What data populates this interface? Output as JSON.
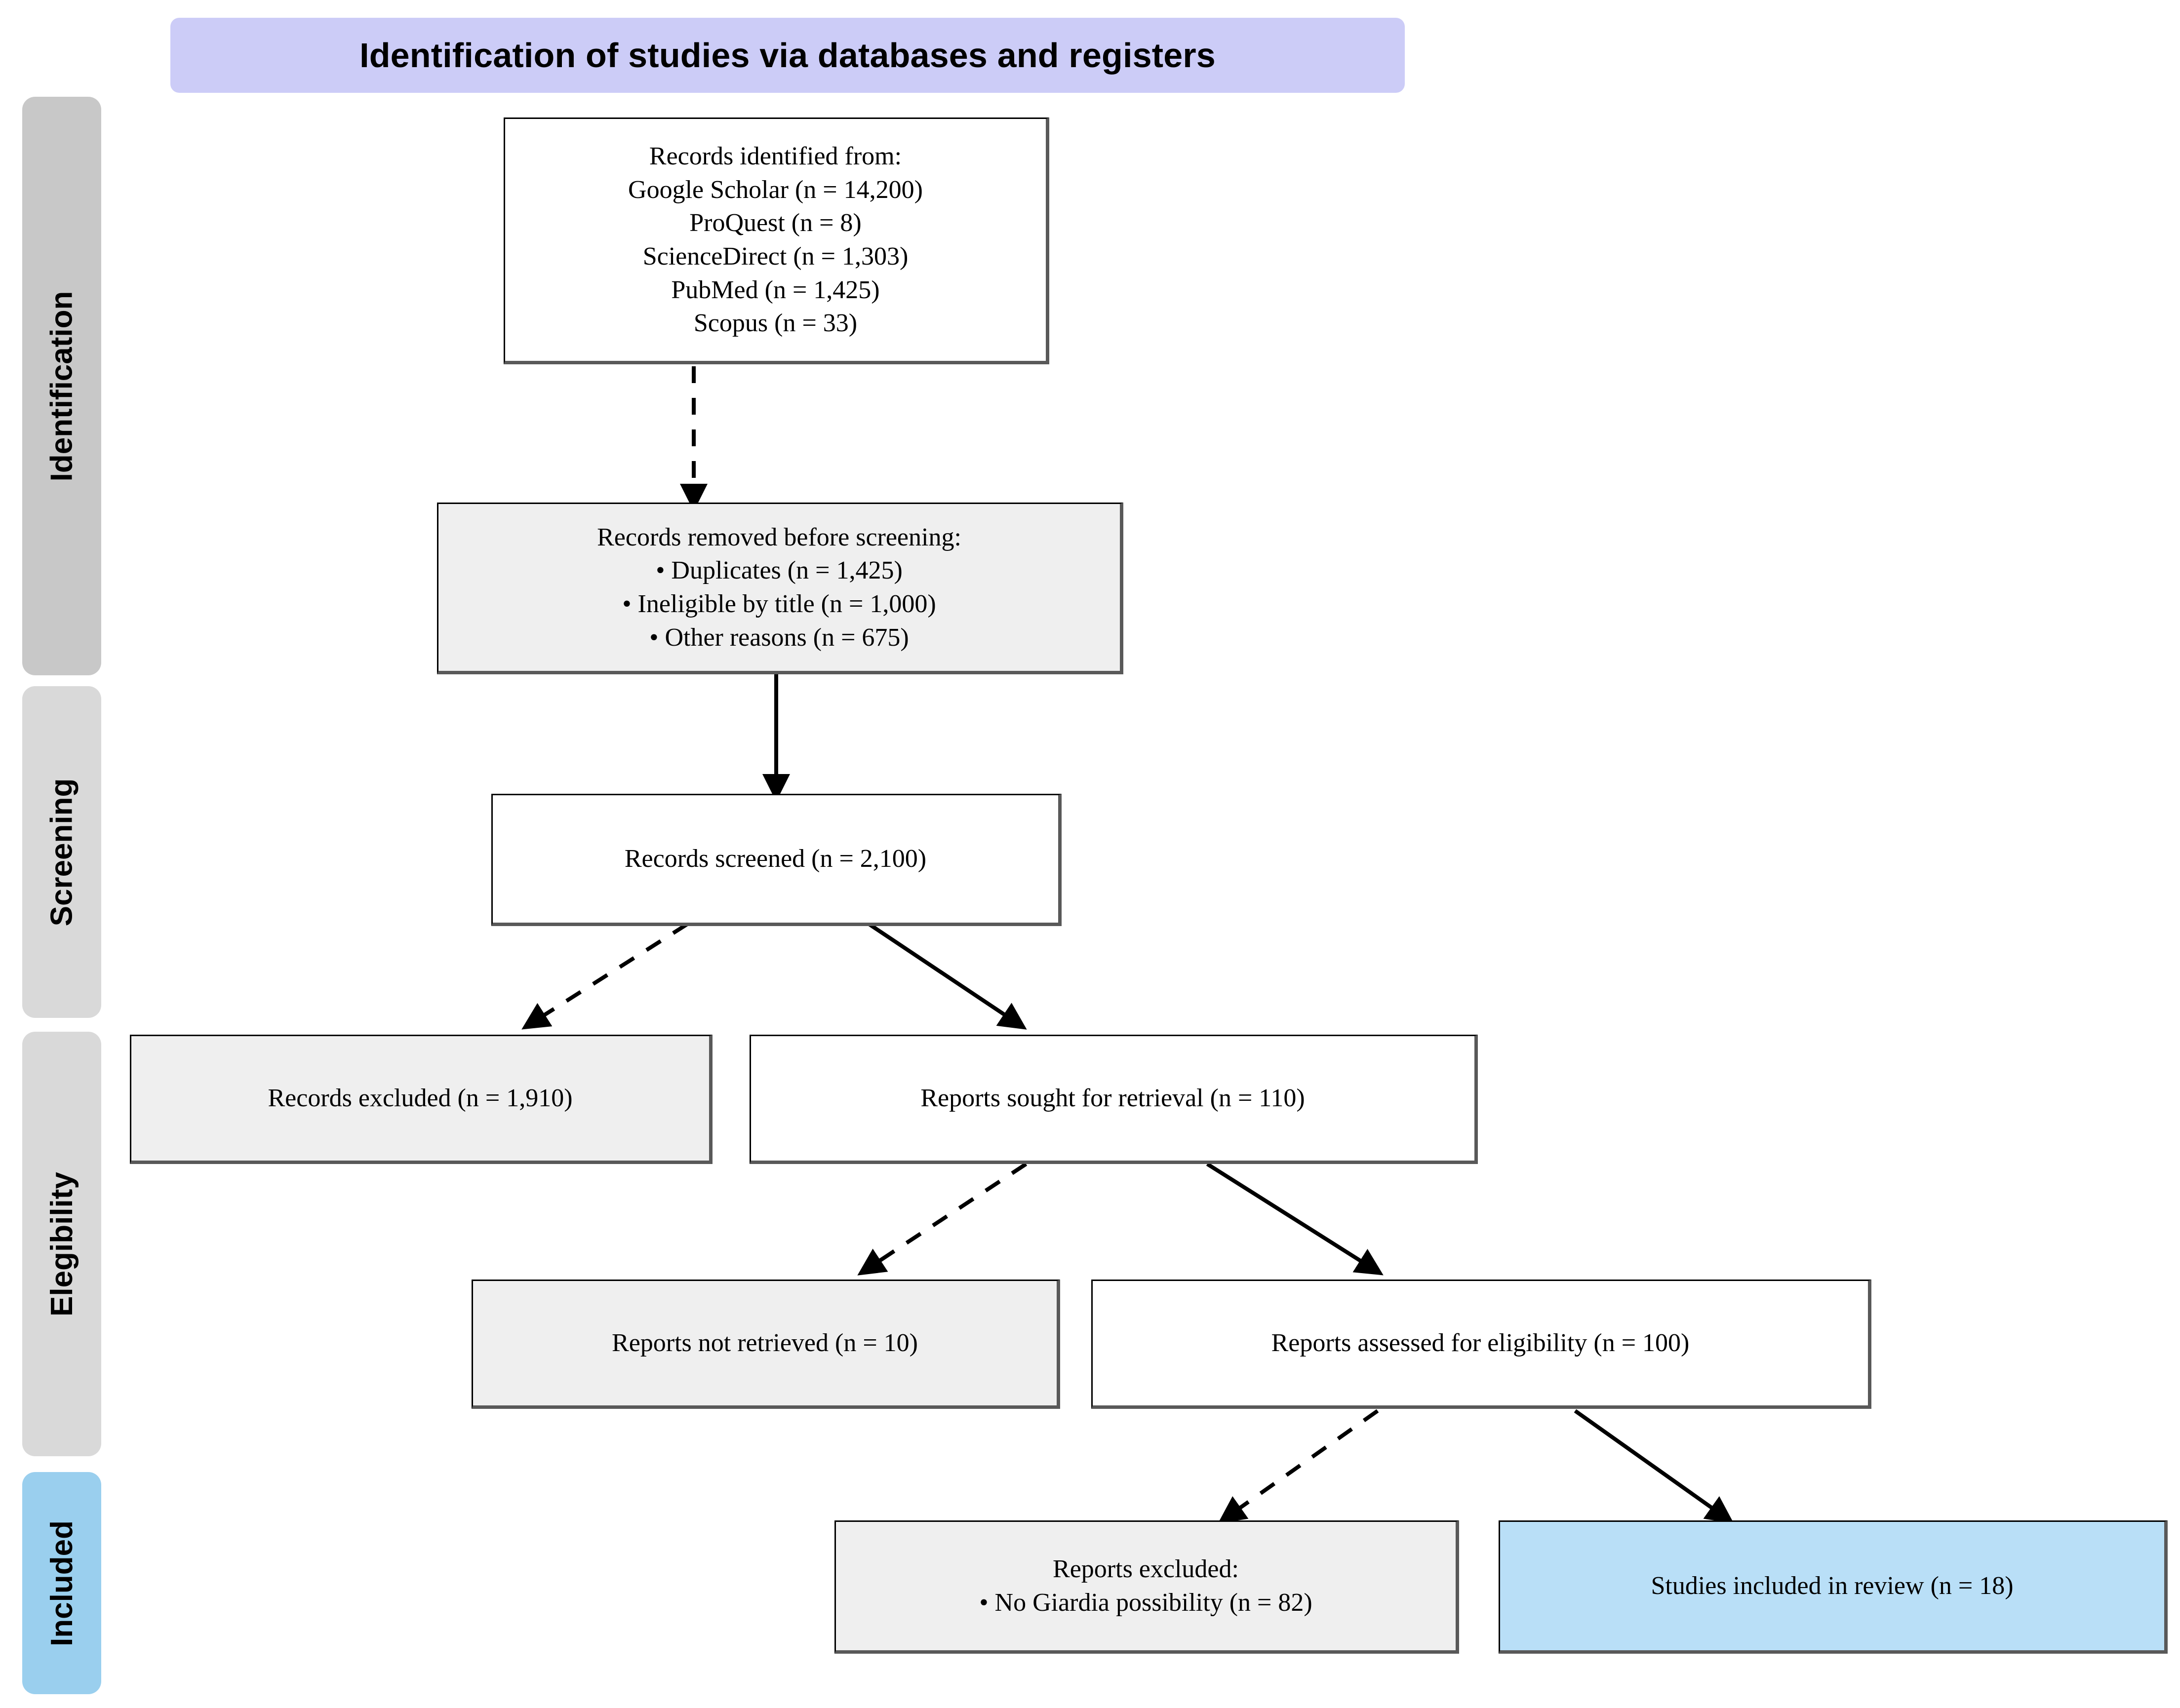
{
  "diagram": {
    "title": "Identification of studies via databases and registers",
    "type": "prisma-flow-diagram"
  },
  "colors": {
    "banner_bg": "#ccccf7",
    "phase_identification_bg": "#c8c8c8",
    "phase_screening_bg": "#d9d9d9",
    "phase_eligibility_bg": "#d9d9d9",
    "phase_included_bg": "#9acfee",
    "box_white": "#ffffff",
    "box_grey": "#efefef",
    "box_blue": "#b9dff7",
    "border": "#000000",
    "shadow": "#595959"
  },
  "phases": [
    {
      "id": "identification",
      "label": "Identification"
    },
    {
      "id": "screening",
      "label": "Screening"
    },
    {
      "id": "eligibility",
      "label": "Elegibility"
    },
    {
      "id": "included",
      "label": "Included"
    }
  ],
  "boxes": {
    "records_identified": {
      "id": "records-identified",
      "lines": [
        "Records identified from:",
        "Google Scholar (n = 14,200)",
        "ProQuest (n = 8)",
        "ScienceDirect (n = 1,303)",
        "PubMed (n = 1,425)",
        "Scopus (n = 33)"
      ]
    },
    "records_removed": {
      "id": "records-removed-before-screening",
      "lines": [
        "Records removed before screening:",
        "• Duplicates (n = 1,425)",
        "• Ineligible by title (n = 1,000)",
        "• Other reasons (n = 675)"
      ]
    },
    "records_screened": {
      "id": "records-screened",
      "lines": [
        "Records screened (n = 2,100)"
      ]
    },
    "records_excluded": {
      "id": "records-excluded",
      "lines": [
        "Records excluded (n = 1,910)"
      ]
    },
    "reports_sought": {
      "id": "reports-sought-for-retrieval",
      "lines": [
        "Reports sought for retrieval (n = 110)"
      ]
    },
    "reports_not_retrieved": {
      "id": "reports-not-retrieved",
      "lines": [
        "Reports not retrieved (n = 10)"
      ]
    },
    "reports_assessed": {
      "id": "reports-assessed-for-eligibility",
      "lines": [
        "Reports assessed for eligibility (n = 100)"
      ]
    },
    "reports_excluded": {
      "id": "reports-excluded",
      "lines": [
        "Reports excluded:",
        "• No Giardia possibility (n = 82)"
      ]
    },
    "studies_included": {
      "id": "studies-included-in-review",
      "lines": [
        "Studies included in review (n = 18)"
      ]
    }
  },
  "chart_data": {
    "type": "diagram",
    "title": "Identification of studies via databases and registers",
    "nodes": [
      {
        "id": "records_identified",
        "phase": "Identification",
        "label": "Records identified from:",
        "counts": {
          "Google Scholar": 14200,
          "ProQuest": 8,
          "ScienceDirect": 1303,
          "PubMed": 1425,
          "Scopus": 33
        }
      },
      {
        "id": "records_removed",
        "phase": "Identification",
        "label": "Records removed before screening:",
        "counts": {
          "Duplicates": 1425,
          "Ineligible by title": 1000,
          "Other reasons": 675
        }
      },
      {
        "id": "records_screened",
        "phase": "Screening",
        "label": "Records screened",
        "n": 2100
      },
      {
        "id": "records_excluded",
        "phase": "Screening",
        "label": "Records excluded",
        "n": 1910
      },
      {
        "id": "reports_sought",
        "phase": "Eligibility",
        "label": "Reports sought for retrieval",
        "n": 110
      },
      {
        "id": "reports_not_retrieved",
        "phase": "Eligibility",
        "label": "Reports not retrieved",
        "n": 10
      },
      {
        "id": "reports_assessed",
        "phase": "Eligibility",
        "label": "Reports assessed for eligibility",
        "n": 100
      },
      {
        "id": "reports_excluded",
        "phase": "Included",
        "label": "Reports excluded",
        "counts": {
          "No Giardia possibility": 82
        }
      },
      {
        "id": "studies_included",
        "phase": "Included",
        "label": "Studies included in review",
        "n": 18
      }
    ],
    "edges": [
      {
        "from": "records_identified",
        "to": "records_removed",
        "style": "dashed"
      },
      {
        "from": "records_removed",
        "to": "records_screened",
        "style": "solid"
      },
      {
        "from": "records_screened",
        "to": "records_excluded",
        "style": "dashed"
      },
      {
        "from": "records_screened",
        "to": "reports_sought",
        "style": "solid"
      },
      {
        "from": "reports_sought",
        "to": "reports_not_retrieved",
        "style": "dashed"
      },
      {
        "from": "reports_sought",
        "to": "reports_assessed",
        "style": "solid"
      },
      {
        "from": "reports_assessed",
        "to": "reports_excluded",
        "style": "dashed"
      },
      {
        "from": "reports_assessed",
        "to": "studies_included",
        "style": "solid"
      }
    ]
  }
}
